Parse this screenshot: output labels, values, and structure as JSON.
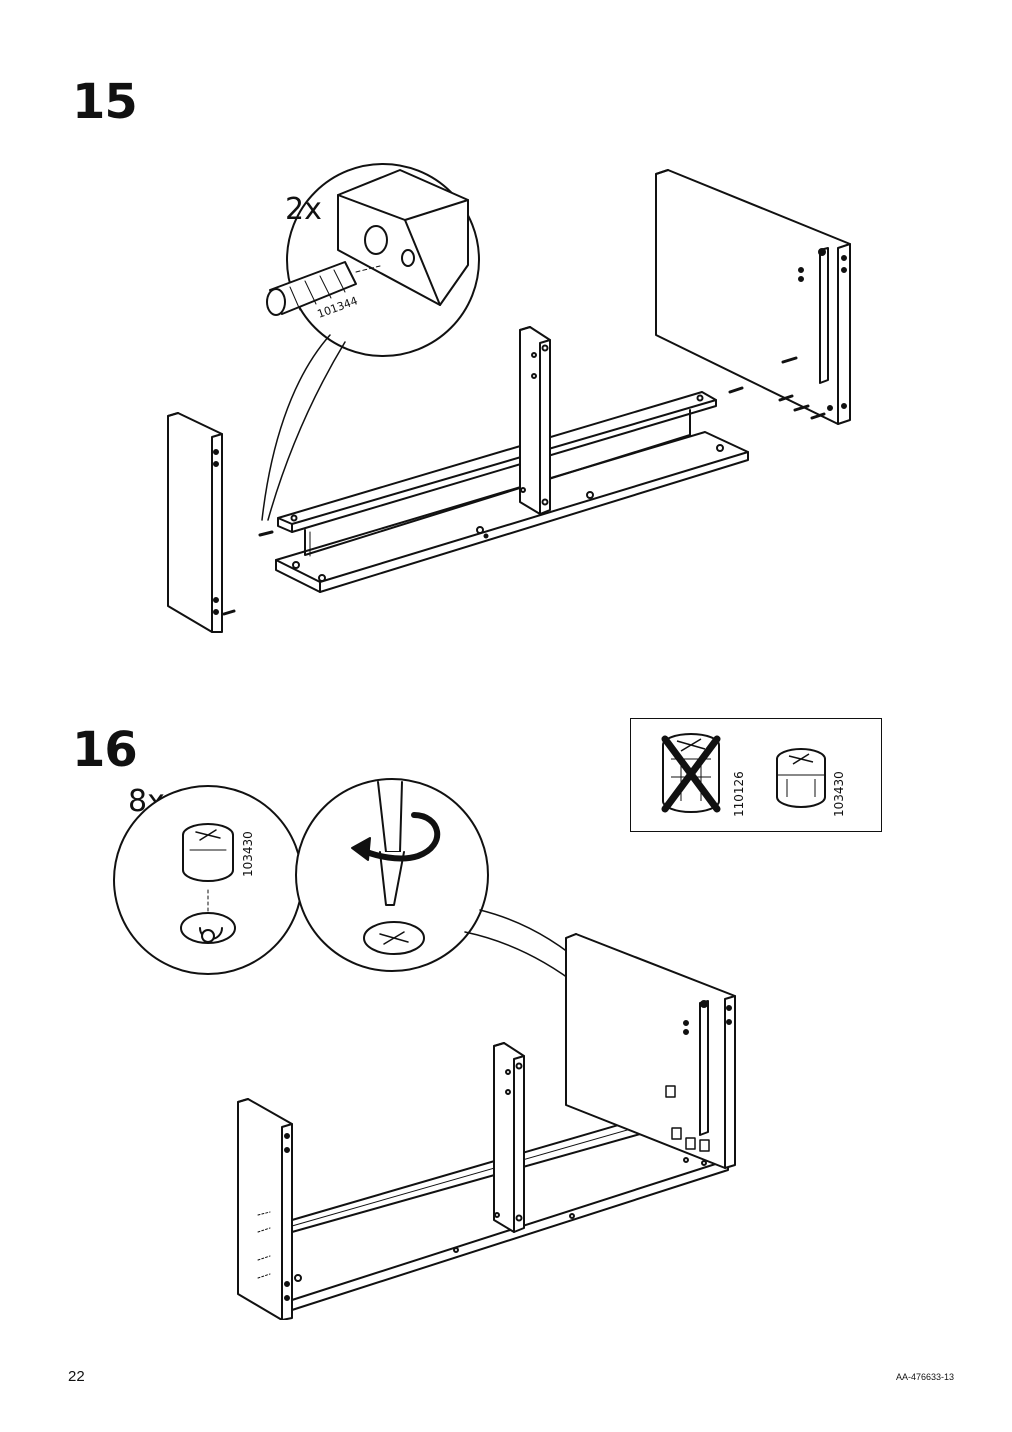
{
  "page": {
    "number": "22",
    "doc_code": "AA-476633-13"
  },
  "steps": [
    {
      "number": "15",
      "callout": {
        "quantity": "2x",
        "part_number": "101344",
        "part_icon": "wooden-dowel-icon"
      }
    },
    {
      "number": "16",
      "callout_parts": {
        "quantity": "8x",
        "part_number": "103430",
        "part_icon": "cam-lock-icon"
      },
      "callout_tool": {
        "tool_icon": "screwdriver-icon",
        "action_icon": "rotate-arrow-icon"
      },
      "warning_box": {
        "wrong_part_number": "110126",
        "right_part_number": "103430",
        "wrong_icon": "crossed-out-cam-lock-icon",
        "right_icon": "cam-lock-icon"
      }
    }
  ]
}
